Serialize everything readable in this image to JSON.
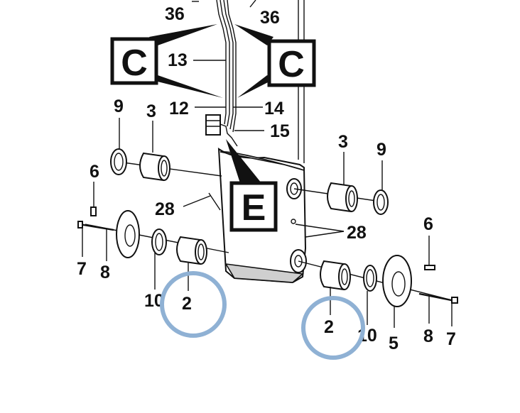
{
  "diagram": {
    "box_labels": {
      "c_left": "C",
      "c_right": "C",
      "e": "E"
    },
    "labels": {
      "p36a": "36",
      "p36b": "36",
      "p13": "13",
      "p12": "12",
      "p14": "14",
      "p15": "15",
      "p9a": "9",
      "p3a": "3",
      "p6a": "6",
      "p28a": "28",
      "p7a": "7",
      "p8a": "8",
      "p10a": "10",
      "p2a": "2",
      "p3b": "3",
      "p9b": "9",
      "p28b": "28",
      "p6b": "6",
      "p2b": "2",
      "p10b": "10",
      "p5": "5",
      "p8b": "8",
      "p7b": "7"
    },
    "highlight_color": "#8fb1d4"
  }
}
